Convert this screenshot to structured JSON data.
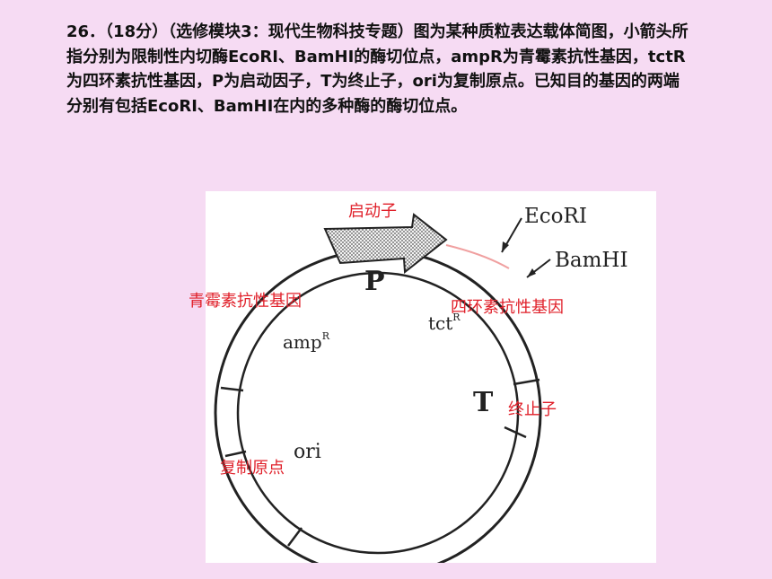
{
  "question": {
    "text": "26．（18分）（选修模块3：现代生物科技专题）图为某种质粒表达载体简图，小箭头所指分别为限制性内切酶EcoRI、BamHI的酶切位点，ampR为青霉素抗性基因，tctR为四环素抗性基因，P为启动因子，T为终止子，ori为复制原点。已知目的基因的两端分别有包括EcoRI、BamHI在内的多种酶的酶切位点。"
  },
  "figure": {
    "labels": {
      "ecori": "EcoRI",
      "bamhi": "BamHI",
      "p": "P",
      "amp": "amp",
      "amp_sup": "R",
      "tct": "tct",
      "tct_sup": "R",
      "t": "T",
      "ori": "ori"
    },
    "annotations": {
      "promoter": "启动子",
      "amp_gene": "青霉素抗性基因",
      "tet_gene": "四环素抗性基因",
      "terminator": "终止子",
      "origin": "复制原点"
    },
    "annotation_color": "#e0202a"
  }
}
